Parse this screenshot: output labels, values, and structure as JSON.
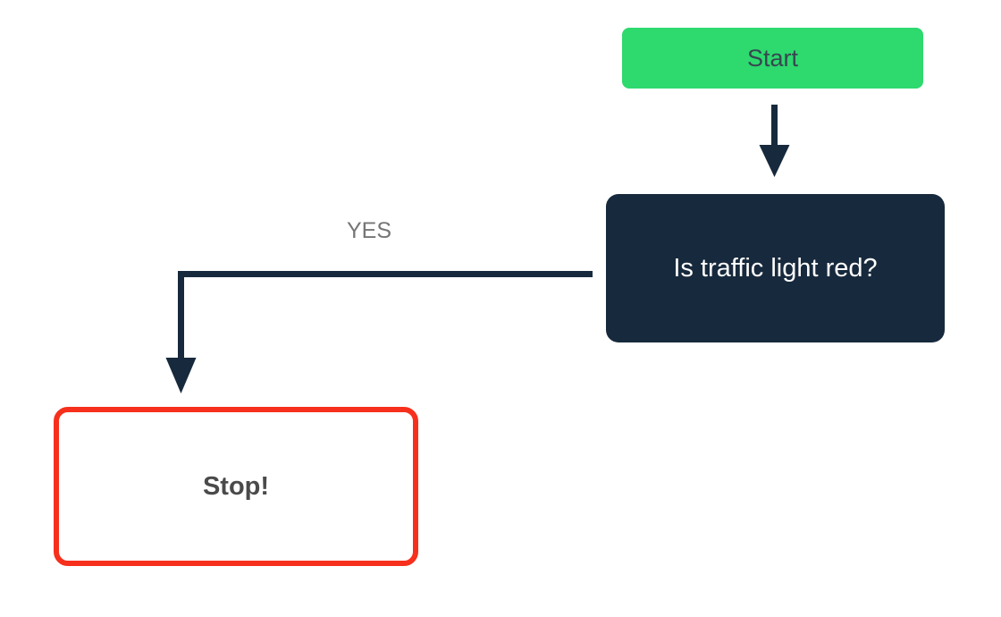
{
  "diagram": {
    "type": "flowchart",
    "nodes": [
      {
        "id": "start",
        "label": "Start",
        "shape": "rounded-rect",
        "fill": "#2ed96e",
        "text_color": "#37474f"
      },
      {
        "id": "decision",
        "label": "Is traffic light red?",
        "shape": "rounded-rect",
        "fill": "#17293c",
        "text_color": "#ffffff"
      },
      {
        "id": "stop",
        "label": "Stop!",
        "shape": "rounded-rect",
        "fill": "#ffffff",
        "border_color": "#f6301c",
        "text_color": "#4a4a4a"
      }
    ],
    "edges": [
      {
        "from": "start",
        "to": "decision",
        "label": "",
        "style": "straight-down-arrow"
      },
      {
        "from": "decision",
        "to": "stop",
        "label": "YES",
        "style": "elbow-left-then-down-arrow"
      }
    ],
    "colors": {
      "connector": "#17293c",
      "edge_label": "#757575",
      "background": "#ffffff"
    }
  }
}
